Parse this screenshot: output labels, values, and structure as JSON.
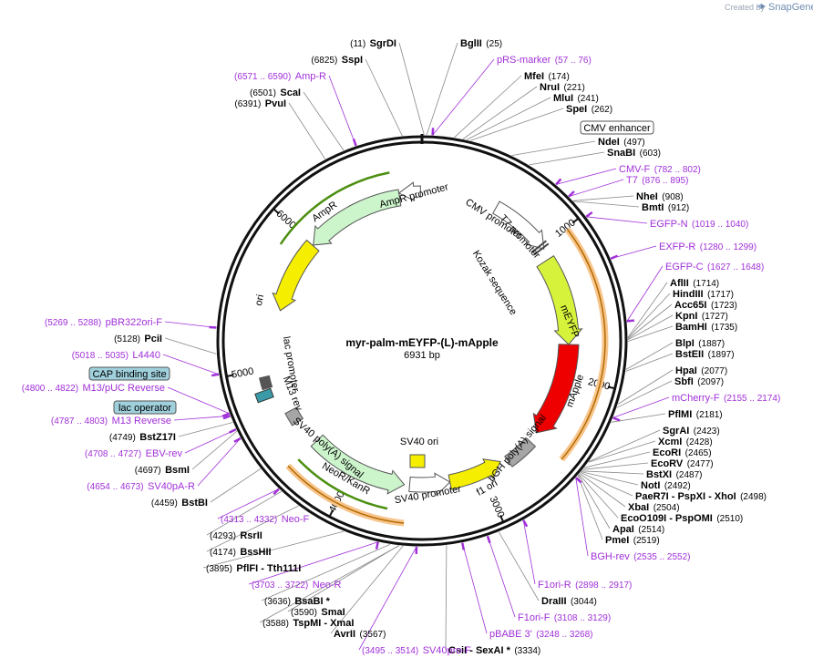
{
  "brand": {
    "created_by": "Created by",
    "name": "SnapGene"
  },
  "map": {
    "name": "myr-palm-mEYFP-(L)-mApple",
    "length": "6931 bp"
  },
  "ticks": [
    "1000",
    "2000",
    "3000",
    "4000",
    "5000",
    "6000"
  ],
  "sites": [
    {
      "id": "sgrdi",
      "name": "SgrDI",
      "pos": "(11)"
    },
    {
      "id": "bglii",
      "name": "BglII",
      "pos": "(25)"
    },
    {
      "id": "prs-marker",
      "name": "pRS-marker",
      "pos": "(57 .. 76)",
      "primer": true
    },
    {
      "id": "mfei",
      "name": "MfeI",
      "pos": "(174)"
    },
    {
      "id": "nrui",
      "name": "NruI",
      "pos": "(221)"
    },
    {
      "id": "mlui",
      "name": "MluI",
      "pos": "(241)"
    },
    {
      "id": "spei",
      "name": "SpeI",
      "pos": "(262)"
    },
    {
      "id": "ndei",
      "name": "NdeI",
      "pos": "(497)"
    },
    {
      "id": "snabi",
      "name": "SnaBI",
      "pos": "(603)"
    },
    {
      "id": "cmv-f",
      "name": "CMV-F",
      "pos": "(782 .. 802)",
      "primer": true
    },
    {
      "id": "t7",
      "name": "T7",
      "pos": "(876 .. 895)",
      "primer": true
    },
    {
      "id": "nhei",
      "name": "NheI",
      "pos": "(908)"
    },
    {
      "id": "bmti",
      "name": "BmtI",
      "pos": "(912)"
    },
    {
      "id": "egfp-n",
      "name": "EGFP-N",
      "pos": "(1019 .. 1040)",
      "primer": true
    },
    {
      "id": "exfp-r",
      "name": "EXFP-R",
      "pos": "(1280 .. 1299)",
      "primer": true
    },
    {
      "id": "egfp-c",
      "name": "EGFP-C",
      "pos": "(1627 .. 1648)",
      "primer": true
    },
    {
      "id": "aflii",
      "name": "AflII",
      "pos": "(1714)"
    },
    {
      "id": "hindiii",
      "name": "HindIII",
      "pos": "(1717)"
    },
    {
      "id": "acc65i",
      "name": "Acc65I",
      "pos": "(1723)"
    },
    {
      "id": "kpni",
      "name": "KpnI",
      "pos": "(1727)"
    },
    {
      "id": "bamhi",
      "name": "BamHI",
      "pos": "(1735)"
    },
    {
      "id": "blpi",
      "name": "BlpI",
      "pos": "(1887)"
    },
    {
      "id": "bsteii",
      "name": "BstEII",
      "pos": "(1897)"
    },
    {
      "id": "hpai",
      "name": "HpaI",
      "pos": "(2077)"
    },
    {
      "id": "sbfi",
      "name": "SbfI",
      "pos": "(2097)"
    },
    {
      "id": "mcherry-f",
      "name": "mCherry-F",
      "pos": "(2155 .. 2174)",
      "primer": true
    },
    {
      "id": "pflmi",
      "name": "PflMI",
      "pos": "(2181)"
    },
    {
      "id": "sgrai",
      "name": "SgrAI",
      "pos": "(2423)"
    },
    {
      "id": "xcmi",
      "name": "XcmI",
      "pos": "(2428)"
    },
    {
      "id": "ecori",
      "name": "EcoRI",
      "pos": "(2465)"
    },
    {
      "id": "ecorv",
      "name": "EcoRV",
      "pos": "(2477)"
    },
    {
      "id": "bstxi",
      "name": "BstXI",
      "pos": "(2487)"
    },
    {
      "id": "noti",
      "name": "NotI",
      "pos": "(2492)"
    },
    {
      "id": "paer7i",
      "name": "PaeR7I - PspXI - XhoI",
      "pos": "(2498)"
    },
    {
      "id": "xbai",
      "name": "XbaI",
      "pos": "(2504)"
    },
    {
      "id": "eco0109i",
      "name": "EcoO109I - PspOMI",
      "pos": "(2510)"
    },
    {
      "id": "apai",
      "name": "ApaI",
      "pos": "(2514)"
    },
    {
      "id": "pmei",
      "name": "PmeI",
      "pos": "(2519)"
    },
    {
      "id": "bgh-rev",
      "name": "BGH-rev",
      "pos": "(2535 .. 2552)",
      "primer": true
    },
    {
      "id": "f1ori-r",
      "name": "F1ori-R",
      "pos": "(2898 .. 2917)",
      "primer": true
    },
    {
      "id": "draiii",
      "name": "DraIII",
      "pos": "(3044)"
    },
    {
      "id": "f1ori-f",
      "name": "F1ori-F",
      "pos": "(3108 .. 3129)",
      "primer": true
    },
    {
      "id": "pbabe3",
      "name": "pBABE 3'",
      "pos": "(3248 .. 3268)",
      "primer": true
    },
    {
      "id": "csii",
      "name": "CsiI - SexAI *",
      "pos": "(3334)"
    },
    {
      "id": "sv40pro-f",
      "name": "SV40pro-F",
      "pos": "(3495 .. 3514)",
      "primer": true
    },
    {
      "id": "avrii",
      "name": "AvrII",
      "pos": "(3567)"
    },
    {
      "id": "tspmi",
      "name": "TspMI - XmaI",
      "pos": "(3588)"
    },
    {
      "id": "smai",
      "name": "SmaI",
      "pos": "(3590)"
    },
    {
      "id": "bsabi",
      "name": "BsaBI *",
      "pos": "(3636)"
    },
    {
      "id": "neo-r",
      "name": "Neo-R",
      "pos": "(3703 .. 3722)",
      "primer": true
    },
    {
      "id": "pflfi",
      "name": "PflFI - Tth111I",
      "pos": "(3895)"
    },
    {
      "id": "bsshii",
      "name": "BssHII",
      "pos": "(4174)"
    },
    {
      "id": "rsrii",
      "name": "RsrII",
      "pos": "(4293)"
    },
    {
      "id": "neo-f",
      "name": "Neo-F",
      "pos": "(4313 .. 4332)",
      "primer": true
    },
    {
      "id": "bstbi",
      "name": "BstBI",
      "pos": "(4459)"
    },
    {
      "id": "sv40pa-r",
      "name": "SV40pA-R",
      "pos": "(4654 .. 4673)",
      "primer": true
    },
    {
      "id": "bsmi",
      "name": "BsmI",
      "pos": "(4697)"
    },
    {
      "id": "ebv-rev",
      "name": "EBV-rev",
      "pos": "(4708 .. 4727)",
      "primer": true
    },
    {
      "id": "bstz17i",
      "name": "BstZ17I",
      "pos": "(4749)"
    },
    {
      "id": "m13-reverse",
      "name": "M13 Reverse",
      "pos": "(4787 .. 4803)",
      "primer": true
    },
    {
      "id": "m13-puc-reverse",
      "name": "M13/pUC Reverse",
      "pos": "(4800 .. 4822)",
      "primer": true
    },
    {
      "id": "l4440",
      "name": "L4440",
      "pos": "(5018 .. 5035)",
      "primer": true
    },
    {
      "id": "pcii",
      "name": "PciI",
      "pos": "(5128)"
    },
    {
      "id": "pbr322ori-f",
      "name": "pBR322ori-F",
      "pos": "(5269 .. 5288)",
      "primer": true
    },
    {
      "id": "pvui",
      "name": "PvuI",
      "pos": "(6391)"
    },
    {
      "id": "scai",
      "name": "ScaI",
      "pos": "(6501)"
    },
    {
      "id": "amp-r",
      "name": "Amp-R",
      "pos": "(6571 .. 6590)",
      "primer": true
    },
    {
      "id": "sspi",
      "name": "SspI",
      "pos": "(6825)"
    }
  ],
  "boxed": {
    "cmv_enhancer": "CMV enhancer",
    "cap_binding": "CAP binding site",
    "lac_operator": "lac operator"
  },
  "features": {
    "cmv_promoter": "CMV promoter",
    "t7_promoter": "T7 promoter",
    "kozak": "Kozak sequence",
    "meyfp": "mEYFP",
    "mapple": "mApple",
    "bgh_polya": "bGH poly(A) signal",
    "f1_ori": "f1 ori",
    "sv40_promoter": "SV40 promoter",
    "sv40_ori": "SV40 ori",
    "neor": "NeoR/KanR",
    "sv40_polya": "SV40 poly(A) signal",
    "m13_rev": "M13 rev",
    "lac_promoter": "lac promoter",
    "ori": "ori",
    "ampr": "AmpR",
    "ampr_promoter": "AmpR promoter"
  },
  "colors": {
    "meyfp": "#d7f23a",
    "mapple": "#ee0000",
    "ori": "#f5ee00",
    "f1ori": "#f5ee00",
    "neor": "#ccf5cc",
    "ampr": "#ccf5cc",
    "promoter": "#ffffff",
    "polya": "#a6a6a6",
    "orf_highlight": "#f7c58c",
    "green_line": "#4c8f10",
    "primer": "#a030d8",
    "boxed_fill": "#9fd0dc"
  }
}
